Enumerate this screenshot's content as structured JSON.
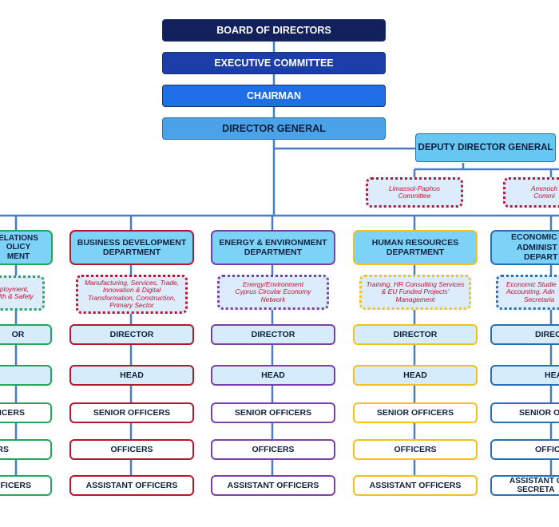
{
  "top": {
    "board": "BOARD OF DIRECTORS",
    "exec": "EXECUTIVE COMMITTEE",
    "chairman": "CHAIRMAN",
    "dg": "DIRECTOR GENERAL",
    "ddg": "DEPUTY DIRECTOR GENERAL"
  },
  "committees": [
    {
      "lines": [
        "Limassol-Paphos",
        "Committee"
      ]
    },
    {
      "lines": [
        "Ammoch",
        "Commi"
      ]
    }
  ],
  "columns": [
    {
      "dept": [
        "ELATIONS",
        "OLICY",
        "MENT"
      ],
      "note": [
        "ployment,",
        "alth & Safety"
      ],
      "roles": [
        "OR",
        "",
        "FICERS",
        "RS",
        "OFFICERS"
      ]
    },
    {
      "dept": [
        "BUSINESS DEVELOPMENT",
        "DEPARTMENT"
      ],
      "note": [
        "Manufacturing, Services, Trade,",
        "Innovation & Digital",
        "Transformation, Construction,",
        "Primary Sector"
      ],
      "roles": [
        "DIRECTOR",
        "HEAD",
        "SENIOR OFFICERS",
        "OFFICERS",
        "ASSISTANT OFFICERS"
      ]
    },
    {
      "dept": [
        "ENERGY & ENVIRONMENT",
        "DEPARTMENT"
      ],
      "note": [
        "Energy/Environment",
        "Cyprus Circular Economy",
        "Network"
      ],
      "roles": [
        "DIRECTOR",
        "HEAD",
        "SENIOR OFFICERS",
        "OFFICERS",
        "ASSISTANT OFFICERS"
      ]
    },
    {
      "dept": [
        "HUMAN RESOURCES",
        "DEPARTMENT"
      ],
      "note": [
        "Training, HR Consulting Services",
        "& EU Funded Projects'",
        "Management"
      ],
      "roles": [
        "DIRECTOR",
        "HEAD",
        "SENIOR OFFICERS",
        "OFFICERS",
        "ASSISTANT OFFICERS"
      ]
    },
    {
      "dept": [
        "ECONOMIC A",
        "ADMINIST",
        "DEPART"
      ],
      "note": [
        "Economic Studie",
        "Accounting, Adn",
        "Secretaria"
      ],
      "roles": [
        "DIREC",
        "HEA",
        "SENIOR O",
        "OFFIC",
        "ASSISTANT C\nSECRETA"
      ]
    }
  ],
  "colors": {
    "board": "#12205c",
    "exec": "#1b3ea8",
    "chairman": "#1e6fe6",
    "dg": "#4aa3e8",
    "ddg": "#66c8f2",
    "line": "#4a7cc2",
    "col_borders": [
      "#22a85a",
      "#b8162c",
      "#7b3fa7",
      "#f2c21b",
      "#2a6fb0"
    ]
  }
}
